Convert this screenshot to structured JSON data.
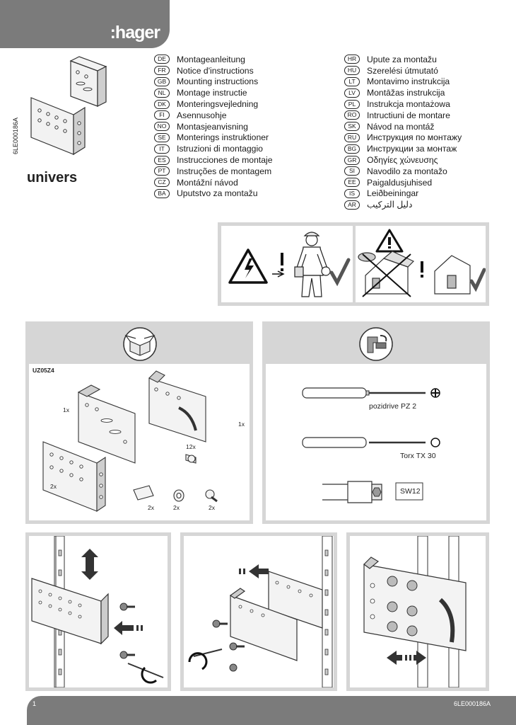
{
  "brand": {
    "logo": ":hager"
  },
  "document": {
    "code_vertical": "6LE000186A"
  },
  "product": {
    "name": "univers"
  },
  "languages_left": [
    {
      "code": "DE",
      "label": "Montageanleitung"
    },
    {
      "code": "FR",
      "label": "Notice d'instructions"
    },
    {
      "code": "GB",
      "label": "Mounting instructions"
    },
    {
      "code": "NL",
      "label": "Montage instructie"
    },
    {
      "code": "DK",
      "label": "Monteringsvejledning"
    },
    {
      "code": "FI",
      "label": "Asennusohje"
    },
    {
      "code": "NO",
      "label": "Montasjeanvisning"
    },
    {
      "code": "SE",
      "label": "Monterings instruktioner"
    },
    {
      "code": "IT",
      "label": "Istruzioni di montaggio"
    },
    {
      "code": "ES",
      "label": "Instrucciones de montaje"
    },
    {
      "code": "PT",
      "label": "Instruções de montagem"
    },
    {
      "code": "CZ",
      "label": "Montážní návod"
    },
    {
      "code": "BA",
      "label": "Uputstvo za montažu"
    }
  ],
  "languages_right": [
    {
      "code": "HR",
      "label": "Upute za montažu"
    },
    {
      "code": "HU",
      "label": "Szerelési útmutató"
    },
    {
      "code": "LT",
      "label": "Montavimo instrukcija"
    },
    {
      "code": "LV",
      "label": "Montāžas instrukcija"
    },
    {
      "code": "PL",
      "label": "Instrukcja montażowa"
    },
    {
      "code": "RO",
      "label": "Intructiuni de montare"
    },
    {
      "code": "SK",
      "label": "Návod na montáž"
    },
    {
      "code": "RU",
      "label": "Инструкция по монтажу"
    },
    {
      "code": "BG",
      "label": "Инструкции за монтаж"
    },
    {
      "code": "GR",
      "label": "Οδηγίες χώνευσης"
    },
    {
      "code": "SI",
      "label": "Navodilo za montažo"
    },
    {
      "code": "EE",
      "label": "Paigaldusjuhised"
    },
    {
      "code": "IS",
      "label": "Leiðbeiningar"
    },
    {
      "code": "AR",
      "label": "دليل التركيب"
    }
  ],
  "parts": {
    "ref": "UZ05Z4",
    "bracket_a_qty": "1x",
    "bracket_b_qty": "1x",
    "plate_qty": "2x",
    "screw_qty": "12x",
    "nut_qty": "2x",
    "washer_qty": "2x",
    "bolt_qty": "2x"
  },
  "tools": {
    "screwdriver1": "pozidrive PZ 2",
    "screwdriver2": "Torx  TX 30",
    "wrench": "SW12"
  },
  "footer": {
    "page": "1",
    "code": "6LE000186A"
  },
  "colors": {
    "brand_gray": "#7b7b7b",
    "panel_gray": "#d6d6d6",
    "check_gray": "#555555"
  }
}
